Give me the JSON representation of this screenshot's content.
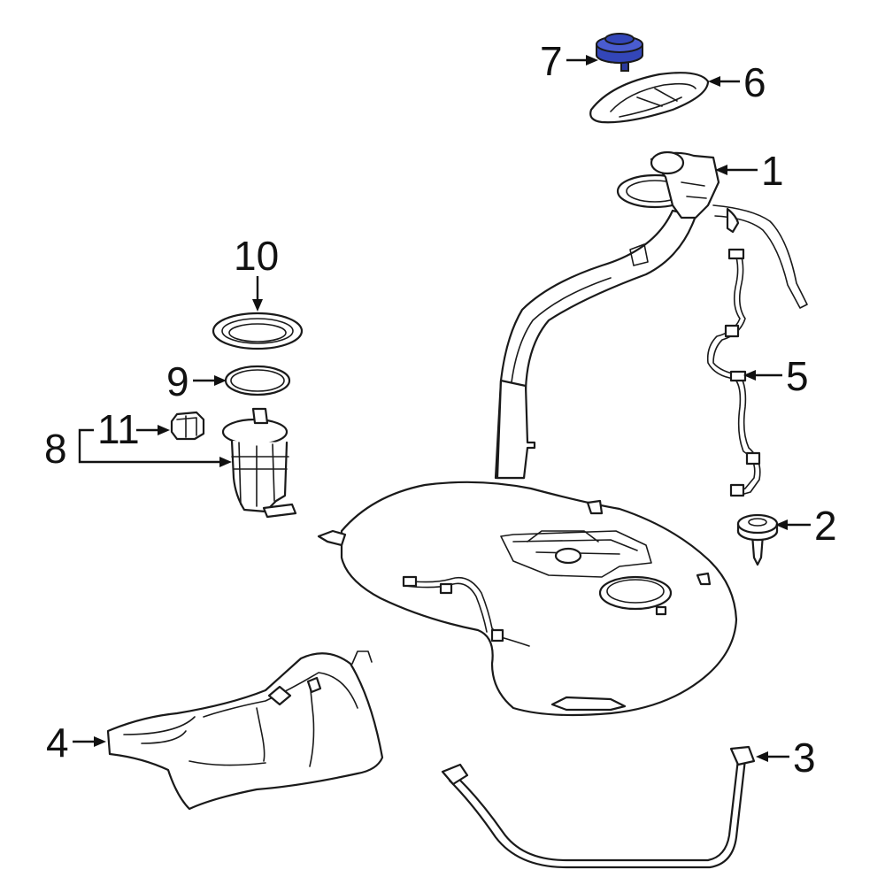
{
  "callouts": {
    "c1": "1",
    "c2": "2",
    "c3": "3",
    "c4": "4",
    "c5": "5",
    "c6": "6",
    "c7": "7",
    "c8": "8",
    "c9": "9",
    "c10": "10",
    "c11": "11"
  },
  "colors": {
    "highlight": "#3346b8",
    "outline": "#1a1a1a"
  }
}
